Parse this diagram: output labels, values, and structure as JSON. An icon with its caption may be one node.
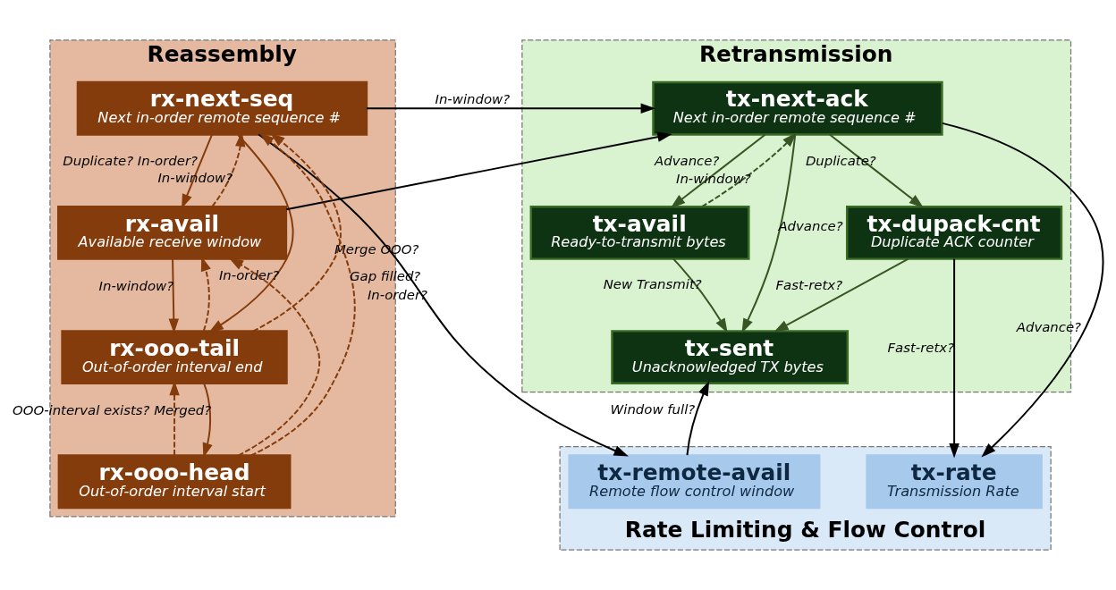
{
  "diagram": {
    "nodes": [
      {
        "text": [
          "Reassembly"
        ]
      },
      {
        "text": [
          "rx-next-seq",
          "Next in-order remote sequence #"
        ],
        "in": 0
      },
      {
        "text": [
          "rx-avail",
          "Available receive window"
        ],
        "in": 0
      },
      {
        "text": [
          "rx-ooo-tail",
          "Out-of-order interval end"
        ],
        "in": 0
      },
      {
        "text": [
          "rx-ooo-head",
          "Out-of-order interval start"
        ],
        "in": 0
      },
      {
        "text": [
          "Retransmission"
        ]
      },
      {
        "text": [
          "tx-next-ack",
          "Next in-order remote sequence #"
        ],
        "in": 5
      },
      {
        "text": [
          "tx-avail",
          "Ready-to-transmit bytes"
        ],
        "in": 5
      },
      {
        "text": [
          "tx-dupack-cnt",
          "Duplicate ACK counter"
        ],
        "in": 5
      },
      {
        "text": [
          "tx-sent",
          "Unacknowledged TX bytes"
        ],
        "in": 5
      },
      {
        "text": [
          "Rate Limiting & Flow Control"
        ]
      },
      {
        "text": [
          "tx-remote-avail",
          "Remote flow control window"
        ],
        "in": 10
      },
      {
        "text": [
          "tx-rate",
          "Transmission Rate"
        ],
        "in": 10
      }
    ],
    "edges": [
      {
        "from": 1,
        "to": 3,
        "arrow": "to",
        "label": "In-order?"
      },
      {
        "from": 1,
        "to": 2,
        "arrow": "to",
        "label": "Duplicate? In-order?"
      },
      {
        "from": 2,
        "to": 1,
        "arrow": "to",
        "label": "In-window?",
        "style": "dashed"
      },
      {
        "from": 1,
        "to": 6,
        "arrow": "to",
        "label": "In-window?",
        "color": "#000000"
      },
      {
        "from": 2,
        "to": 6,
        "arrow": "to",
        "color": "#000000"
      },
      {
        "from": 1,
        "to": 11,
        "arrow": "to",
        "label": "In-order?",
        "color": "#000000"
      },
      {
        "from": 2,
        "to": 3,
        "arrow": "to",
        "label": "In-window?"
      },
      {
        "from": 3,
        "to": 1,
        "arrow": "to",
        "label": "Merge OOO?",
        "style": "dashed"
      },
      {
        "from": 3,
        "to": 2,
        "arrow": "to",
        "style": "dashed"
      },
      {
        "from": 4,
        "to": 1,
        "arrow": "to",
        "label": "Gap filled?",
        "style": "dashed"
      },
      {
        "from": 4,
        "to": 2,
        "arrow": "to",
        "style": "dashed"
      },
      {
        "from": 4,
        "to": 3,
        "arrow": "to",
        "style": "dashed"
      },
      {
        "from": 3,
        "to": 4,
        "arrow": "to",
        "label": "OOO-interval exists? Merged?"
      },
      {
        "from": 6,
        "to": 7,
        "arrow": "to",
        "label": "Advance?",
        "color": "#375623"
      },
      {
        "from": 7,
        "to": 6,
        "arrow": "to",
        "label": "In-window?",
        "style": "dashed",
        "color": "#375623"
      },
      {
        "from": 6,
        "to": 9,
        "arrow": "to",
        "label": "Advance?",
        "color": "#375623"
      },
      {
        "from": 6,
        "to": 8,
        "arrow": "to",
        "label": "Duplicate?",
        "color": "#375623"
      },
      {
        "from": 6,
        "to": 12,
        "arrow": "to",
        "label": "Advance?",
        "color": "#000000"
      },
      {
        "from": 7,
        "to": 9,
        "arrow": "to",
        "label": "New Transmit?",
        "color": "#375623"
      },
      {
        "from": 8,
        "to": 9,
        "arrow": "to",
        "label": "Fast-retx?",
        "color": "#375623"
      },
      {
        "from": 8,
        "to": 12,
        "arrow": "to",
        "label": "Fast-retx?",
        "color": "#000000"
      },
      {
        "from": 11,
        "to": 9,
        "arrow": "to",
        "label": "Window full?",
        "color": "#000000"
      }
    ]
  }
}
